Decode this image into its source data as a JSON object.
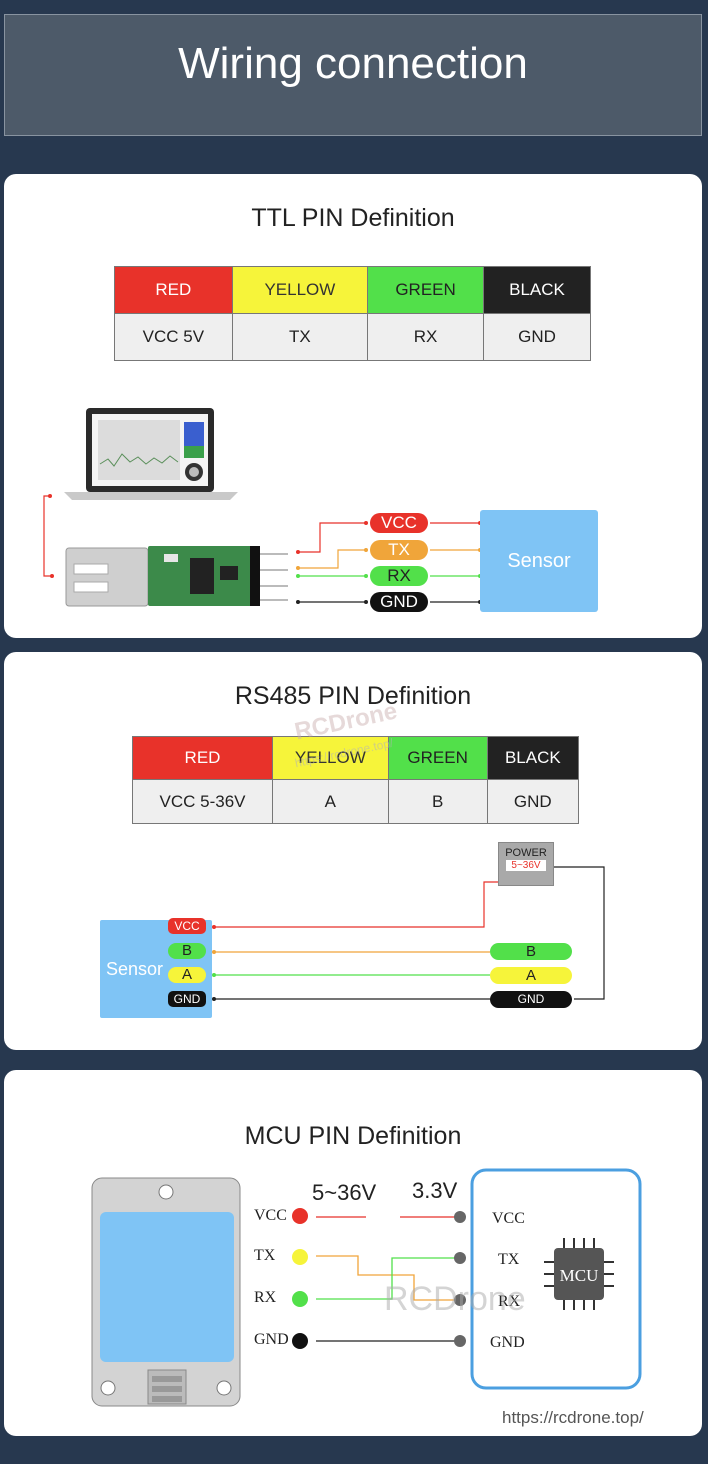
{
  "header": {
    "title": "Wiring connection"
  },
  "colors": {
    "red": "#e8322a",
    "yellow": "#f6f43a",
    "green": "#52e04a",
    "black": "#222222",
    "orange": "#f0a53a",
    "sensor": "#7fc4f5",
    "mcu_border": "#4b9fe0"
  },
  "ttl": {
    "title": "TTL PIN Definition",
    "colors": [
      "RED",
      "YELLOW",
      "GREEN",
      "BLACK"
    ],
    "values": [
      "VCC  5V",
      "TX",
      "RX",
      "GND"
    ],
    "wire_labels": [
      "VCC",
      "TX",
      "RX",
      "GND"
    ],
    "sensor_label": "Sensor"
  },
  "rs485": {
    "title": "RS485 PIN Definition",
    "colors": [
      "RED",
      "YELLOW",
      "GREEN",
      "BLACK"
    ],
    "values": [
      "VCC  5-36V",
      "A",
      "B",
      "GND"
    ],
    "sensor_label": "Sensor",
    "sensor_pins": [
      "VCC",
      "B",
      "A",
      "GND"
    ],
    "right_pins": [
      "B",
      "A",
      "GND"
    ],
    "power_label": "POWER",
    "power_value": "5~36V",
    "watermark": "RCDrone",
    "watermark_url": "https://rcdrone.top/"
  },
  "mcu": {
    "title": "MCU PIN Definition",
    "left_pins": [
      "VCC",
      "TX",
      "RX",
      "GND"
    ],
    "right_pins": [
      "VCC",
      "TX",
      "RX",
      "GND"
    ],
    "voltage_left": "5~36V",
    "voltage_right": "3.3V",
    "chip_label": "MCU",
    "watermark": "RCDrone",
    "url": "https://rcdrone.top/"
  }
}
